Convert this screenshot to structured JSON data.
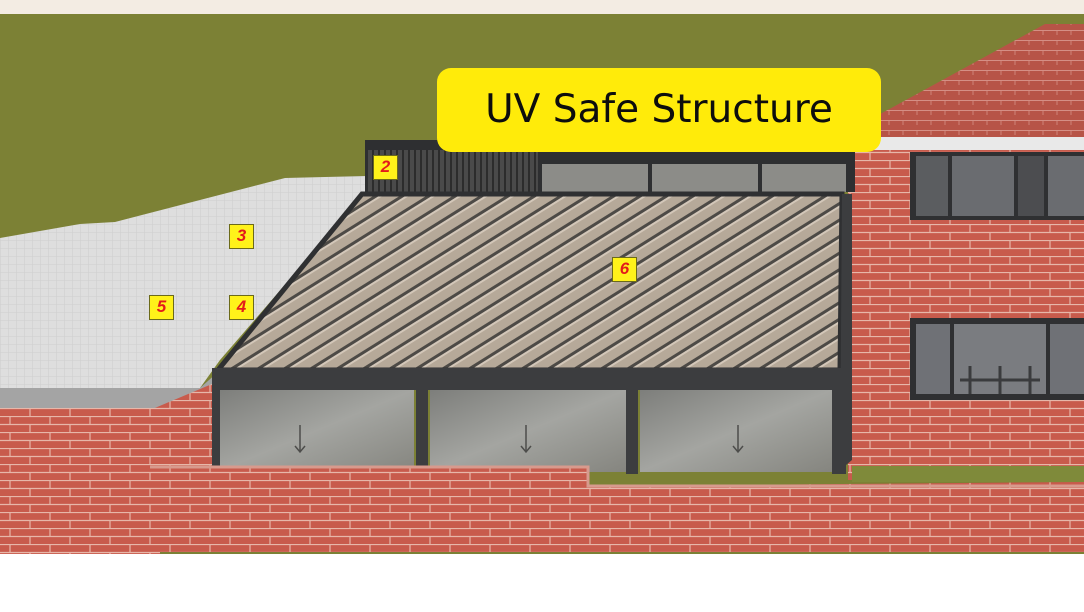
{
  "title": "UV Safe Structure",
  "labels": {
    "l2": "2",
    "l3": "3",
    "l4": "4",
    "l5": "5",
    "l6": "6"
  },
  "colors": {
    "top_band": "#f3ece3",
    "sky": "#7c8135",
    "brick": "#c85b4c",
    "roof_tile": "#b75447",
    "louvre_roof": "#b6a999",
    "flat_roof": "#dedede",
    "frame": "#3c3d3f",
    "glass": "#8f8f8c",
    "title_bg": "#ffeb0a",
    "tag_bg": "#fff21a",
    "tag_text": "#e31b1b"
  }
}
